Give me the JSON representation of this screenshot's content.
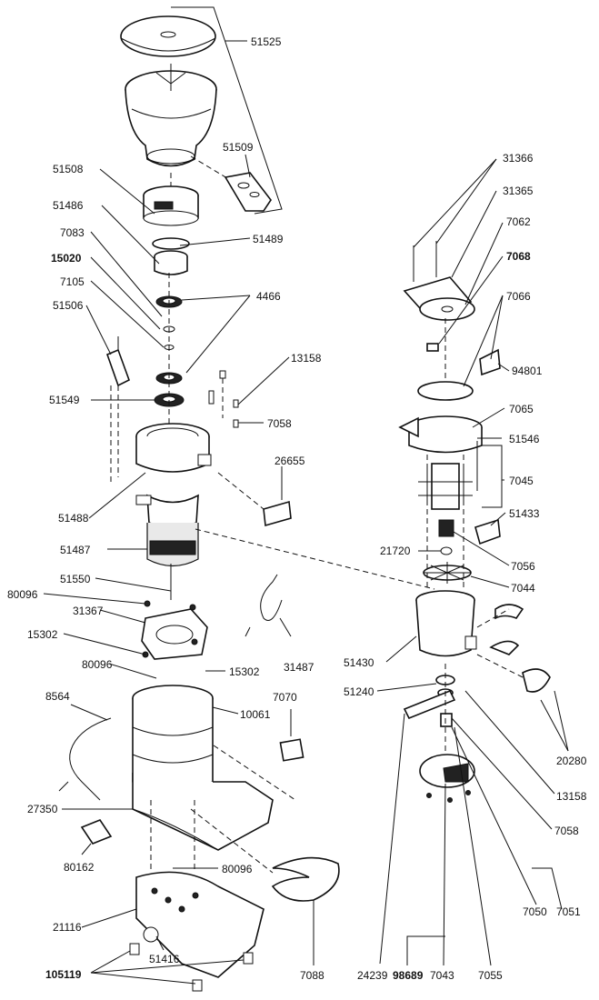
{
  "labels": {
    "p51525": "51525",
    "p51509": "51509",
    "p51508": "51508",
    "p51486": "51486",
    "p51489": "51489",
    "p7083": "7083",
    "p15020": "15020",
    "p7105": "7105",
    "p4466": "4466",
    "p51506": "51506",
    "p13158a": "13158",
    "p51549": "51549",
    "p7058a": "7058",
    "p26655": "26655",
    "p51488": "51488",
    "p51487": "51487",
    "p51550": "51550",
    "p80096a": "80096",
    "p31367": "31367",
    "p15302a": "15302",
    "p80096b": "80096",
    "p15302b": "15302",
    "p31487": "31487",
    "p8564": "8564",
    "p10061": "10061",
    "p7070": "7070",
    "p27350": "27350",
    "p80162": "80162",
    "p80096c": "80096",
    "p21116": "21116",
    "p51416": "51416",
    "p105119": "105119",
    "p7088": "7088",
    "p31366": "31366",
    "p31365": "31365",
    "p7062": "7062",
    "p7068": "7068",
    "p7066": "7066",
    "p94801": "94801",
    "p7065": "7065",
    "p51546": "51546",
    "p7045": "7045",
    "p51433": "51433",
    "p21720": "21720",
    "p7056": "7056",
    "p7044": "7044",
    "p51430": "51430",
    "p51240": "51240",
    "p20280": "20280",
    "p13158b": "13158",
    "p7058b": "7058",
    "p7050": "7050",
    "p7051": "7051",
    "p24239": "24239",
    "p98689": "98689",
    "p7043": "7043",
    "p7055": "7055"
  }
}
